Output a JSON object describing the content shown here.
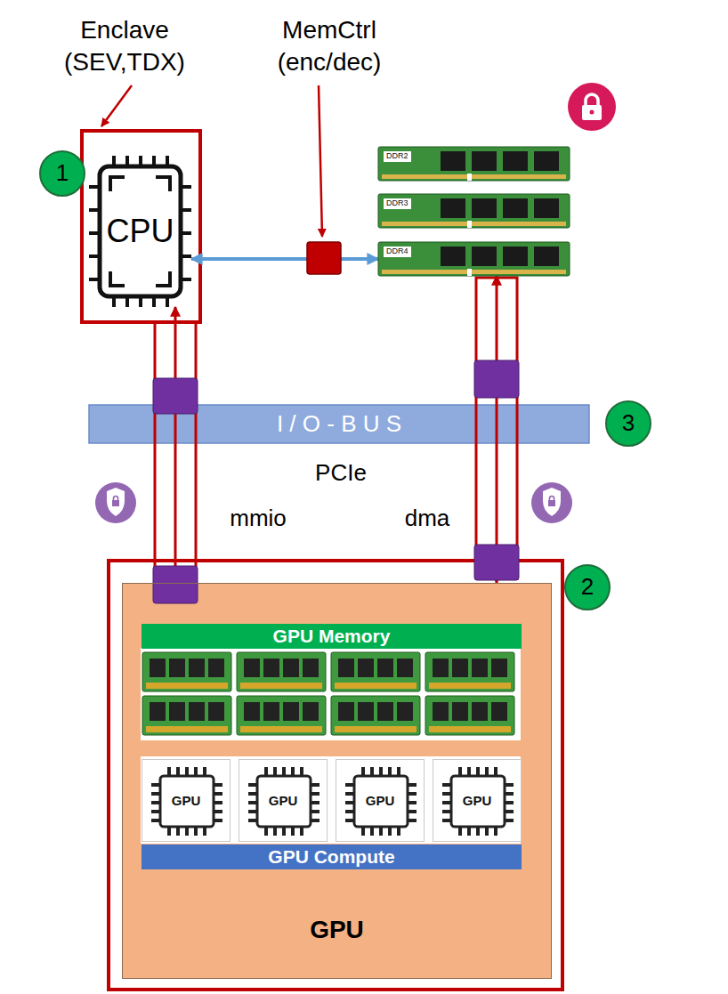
{
  "diagram": {
    "nodes": [
      {
        "text": [
          "CPU"
        ]
      },
      {
        "text": [
          "DDR2"
        ]
      },
      {
        "text": [
          "DDR3"
        ]
      },
      {
        "text": [
          "DDR4"
        ]
      },
      {
        "text": [
          "I / O - B U S"
        ]
      },
      {
        "text": [
          "GPU"
        ]
      },
      {
        "text": [
          "GPU Memory"
        ],
        "in": 5
      },
      {
        "text": [
          "GPU"
        ],
        "in": 5
      },
      {
        "text": [
          "GPU"
        ],
        "in": 5
      },
      {
        "text": [
          "GPU"
        ],
        "in": 5
      },
      {
        "text": [
          "GPU"
        ],
        "in": 5
      },
      {
        "text": [
          "GPU Compute"
        ],
        "in": 5
      }
    ],
    "edges": [
      {
        "from": 0,
        "to": 3,
        "arrow": "both"
      },
      {
        "from": 0,
        "to": 5,
        "arrow": "both"
      },
      {
        "from": 5,
        "to": 3,
        "arrow": "both"
      }
    ],
    "labels": [
      "Enclave (SEV,TDX)",
      "MemCtrl (enc/dec)",
      "1",
      "3",
      "PCIe",
      "mmio",
      "dma",
      "2"
    ]
  }
}
